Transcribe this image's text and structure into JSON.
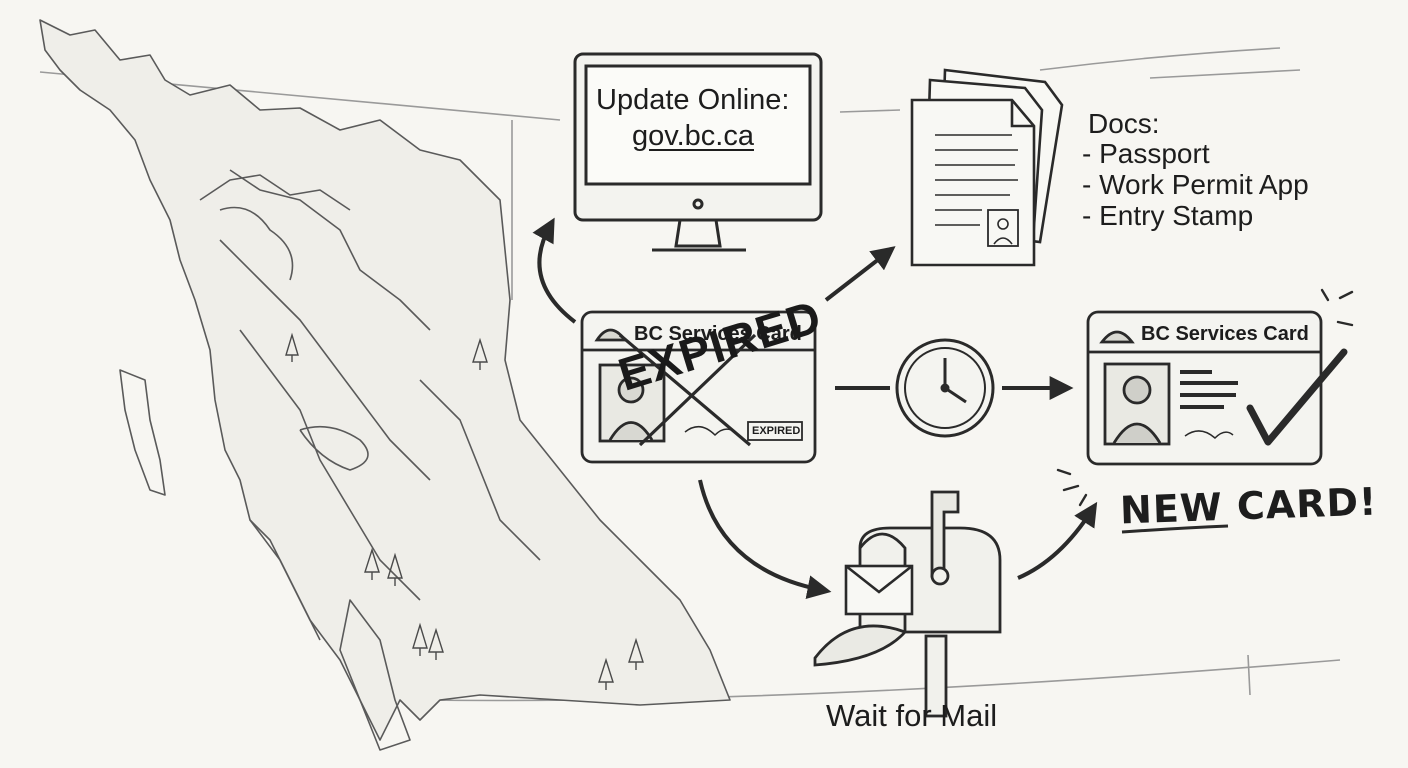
{
  "monitor": {
    "title": "Update Online:",
    "url": "gov.bc.ca"
  },
  "docs": {
    "heading": "Docs:",
    "items": [
      "- Passport",
      "- Work Permit App",
      "- Entry Stamp"
    ]
  },
  "card_old": {
    "title": "BC Services Card",
    "stamp": "EXPIRED",
    "small_stamp": "EXPIRED"
  },
  "card_new": {
    "title": "BC Services Card",
    "label": "NEW CARD!"
  },
  "mail": {
    "label": "Wait for Mail"
  },
  "icons": [
    "bc-map",
    "computer-monitor-icon",
    "documents-icon",
    "clock-icon",
    "mailbox-icon",
    "checkmark-icon",
    "envelope-icon"
  ]
}
